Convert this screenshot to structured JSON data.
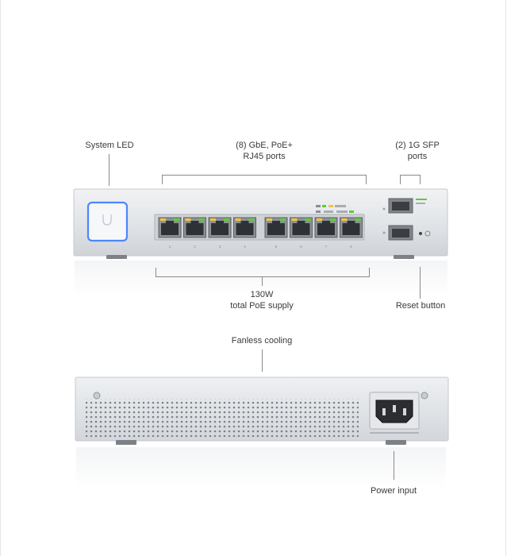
{
  "callouts": {
    "system_led": "System LED",
    "rj45_ports": [
      "(8) GbE, PoE+",
      "RJ45 ports"
    ],
    "sfp_ports": [
      "(2) 1G SFP",
      "ports"
    ],
    "poe_budget": [
      "130W",
      "total PoE supply"
    ],
    "reset_button": "Reset button",
    "fanless": "Fanless cooling",
    "power_input": "Power input"
  },
  "front_panel": {
    "port_numbers": [
      "1",
      "2",
      "3",
      "4",
      "5",
      "6",
      "7",
      "8"
    ]
  },
  "colors": {
    "chassis": "#dfe2e6",
    "led_ring": "#4e86ff",
    "port_led_green": "#5ecb3f",
    "port_led_amber": "#f2c53d"
  }
}
